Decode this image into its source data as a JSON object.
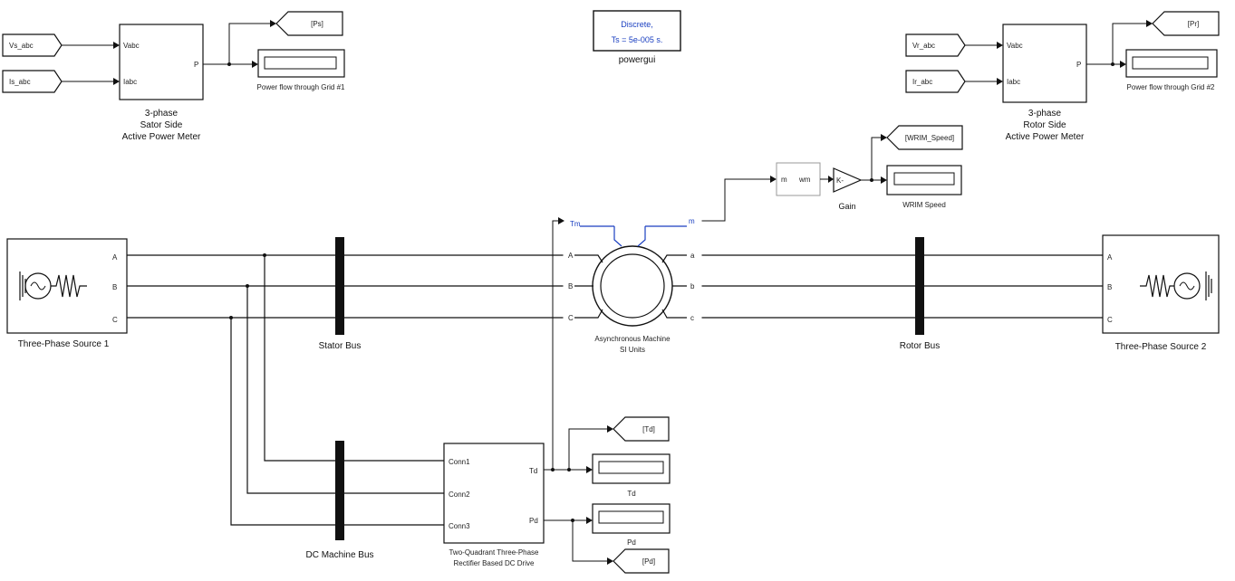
{
  "powergui": {
    "line1": "Discrete,",
    "line2": "Ts = 5e-005 s.",
    "label": "powergui"
  },
  "stator_meter": {
    "in1": "Vs_abc",
    "in2": "Is_abc",
    "port_vabc": "Vabc",
    "port_iabc": "Iabc",
    "port_p": "P",
    "goto": "[Ps]",
    "display_label": "Power flow through Grid #1",
    "title1": "3-phase",
    "title2": "Sator Side",
    "title3": "Active Power Meter"
  },
  "rotor_meter": {
    "in1": "Vr_abc",
    "in2": "Ir_abc",
    "port_vabc": "Vabc",
    "port_iabc": "Iabc",
    "port_p": "P",
    "goto": "[Pr]",
    "display_label": "Power flow through Grid #2",
    "title1": "3-phase",
    "title2": "Rotor Side",
    "title3": "Active Power Meter"
  },
  "speed_chain": {
    "conv_in": "m",
    "conv_out": "wm",
    "gain_text": "K-",
    "gain_label": "Gain",
    "goto": "[WRIM_Speed]",
    "display_label": "WRIM Speed"
  },
  "machine": {
    "tm": "Tm",
    "m": "m",
    "A": "A",
    "B": "B",
    "C": "C",
    "a": "a",
    "b": "b",
    "c": "c",
    "label1": "Asynchronous Machine",
    "label2": "SI Units"
  },
  "source1": {
    "A": "A",
    "B": "B",
    "C": "C",
    "label": "Three-Phase Source 1"
  },
  "source2": {
    "A": "A",
    "B": "B",
    "C": "C",
    "label": "Three-Phase Source 2"
  },
  "stator_bus": {
    "label": "Stator Bus"
  },
  "rotor_bus": {
    "label": "Rotor Bus"
  },
  "dc_bus": {
    "label": "DC Machine Bus"
  },
  "dc_drive": {
    "conn1": "Conn1",
    "conn2": "Conn2",
    "conn3": "Conn3",
    "td": "Td",
    "pd": "Pd",
    "label1": "Two-Quadrant Three-Phase",
    "label2": "Rectifier Based DC Drive",
    "goto_td": "[Td]",
    "display_td_label": "Td",
    "goto_pd": "[Pd]",
    "display_pd_label": "Pd"
  }
}
